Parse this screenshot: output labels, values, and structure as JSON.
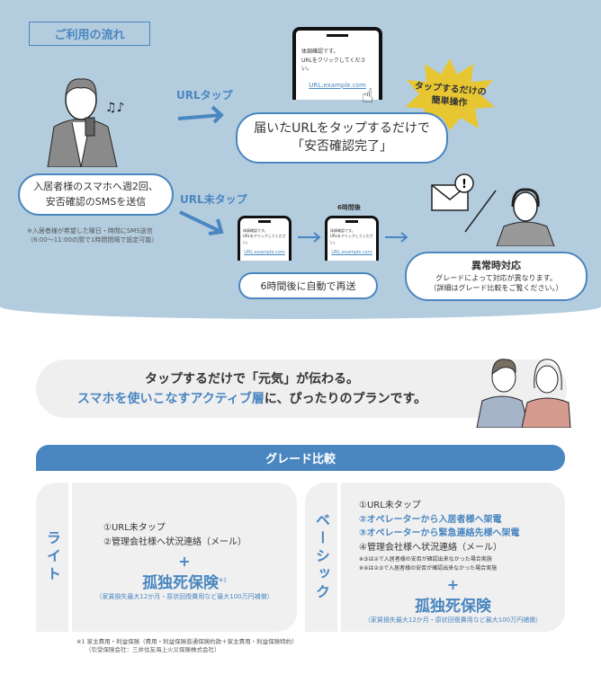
{
  "flow": {
    "title": "ご利用の流れ",
    "sms_box": [
      "入居者様のスマホへ週2回、",
      "安否確認のSMSを送信"
    ],
    "sms_note": [
      "※入居者様が希望した曜日・時間にSMS送信",
      "（6:00～11:00の間で1時間間隔で設定可能）"
    ],
    "tap_label": "URLタップ",
    "untap_label": "URL未タップ",
    "phone_text": [
      "体調確認です。",
      "URLをクリックしてください。"
    ],
    "phone_url": "URL:example.com",
    "tap_result": [
      "届いたURLをタップするだけで",
      "「安否確認完了」"
    ],
    "burst": [
      "タップするだけの",
      "簡単操作"
    ],
    "six_hours_label": "6時間後",
    "resend": "6時間後に自動で再送",
    "abnormal": {
      "title": "異常時対応",
      "lines": [
        "グレードによって対応が異なります。",
        "（詳細はグレード比較をご覧ください。）"
      ]
    }
  },
  "banner": {
    "line1": "タップするだけで「元気」が伝わる。",
    "line2_blue": "スマホを使いこなすアクティブ層",
    "line2_rest": "に、ぴったりのプランです。"
  },
  "grade": {
    "header": "グレード比較",
    "lite": {
      "name": "ライト",
      "items": [
        "①URL未タップ",
        "②管理会社様へ状況連絡（メール）"
      ],
      "plus": "+",
      "insurance": "孤独死保険",
      "mark": "※1",
      "detail": "（家賃損失最大12か月・原状回復費用など最大100万円補償）"
    },
    "basic": {
      "name": "ベーシック",
      "items": [
        "①URL未タップ",
        "②オペレーターから入居者様へ架電",
        "③オペレーターから緊急連絡先様へ架電",
        "④管理会社様へ状況連絡（メール）"
      ],
      "notes": [
        "※③は②で入居者様の安否が確認出来なかった場合実施",
        "※④は②③で入居者様の安否が確認出来なかった場合実施"
      ],
      "plus": "+",
      "insurance": "孤独死保険",
      "detail": "（家賃損失最大12か月・原状回復費用など最大100万円補償）"
    }
  },
  "footnote": [
    "※1 家主費用・利益保険（費用・利益保険普通保険約款＋家主費用・利益保険特約）",
    "（引受保険会社：三井住友海上火災保険株式会社）"
  ],
  "colors": {
    "accent": "#4a86c0",
    "bg": "#b3cddf",
    "burst": "#e8c632"
  }
}
